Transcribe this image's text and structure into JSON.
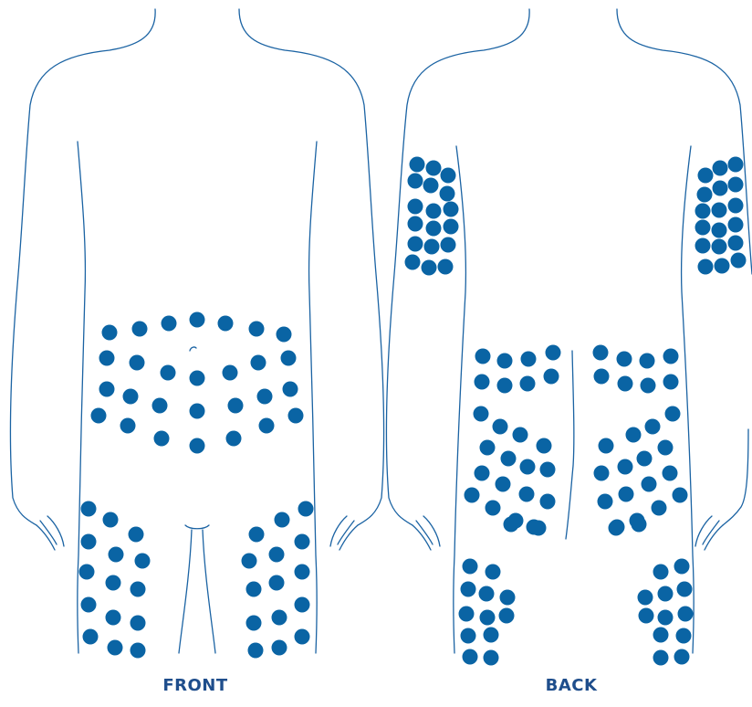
{
  "labels": {
    "front": "FRONT",
    "back": "BACK"
  },
  "colors": {
    "outline": "#1b63a3",
    "dot": "#0a64a4",
    "label": "#1f4e8c",
    "background": "#ffffff"
  },
  "regions": [
    {
      "view": "front",
      "name": "abdomen"
    },
    {
      "view": "front",
      "name": "left-thigh-front"
    },
    {
      "view": "front",
      "name": "right-thigh-front"
    },
    {
      "view": "back",
      "name": "left-upper-arm"
    },
    {
      "view": "back",
      "name": "right-upper-arm"
    },
    {
      "view": "back",
      "name": "left-upper-buttock"
    },
    {
      "view": "back",
      "name": "right-upper-buttock"
    },
    {
      "view": "back",
      "name": "left-lower-buttock"
    },
    {
      "view": "back",
      "name": "right-lower-buttock"
    },
    {
      "view": "back",
      "name": "left-thigh-back"
    },
    {
      "view": "back",
      "name": "right-thigh-back"
    }
  ]
}
